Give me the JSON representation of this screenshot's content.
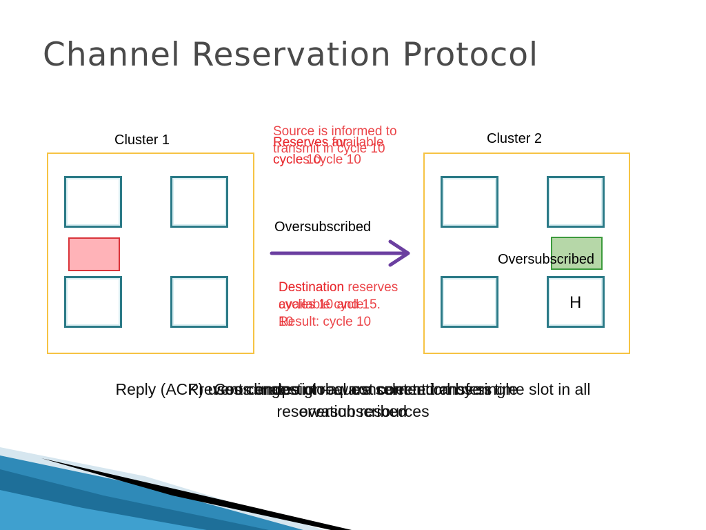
{
  "title": "Channel Reservation Protocol",
  "clusters": [
    {
      "label": "Cluster 1"
    },
    {
      "label": "Cluster 2"
    }
  ],
  "top_notes": [
    "Source is informed to transmit in cycle 10",
    "Reserves available cycles cycle 10",
    "Reserves for cycle 10"
  ],
  "arrow_label": "Oversubscribed",
  "cluster2_label": "Oversubscribed",
  "node_label_h": "H",
  "bottom_notes": [
    "Destination reserves cycles 10 and 15. Result: cycle 10",
    "Destination available cycle 10"
  ],
  "captions": [
    "Reply (ACK) uses congestion-aware selected chosen time slot in all reservation resources",
    "Prevents endpoint request contention by single oversubscribed",
    "Coordinates global concurrent transfers"
  ],
  "colors": {
    "accent_red": "#e8262b",
    "arrow": "#6b3fa0",
    "cluster_border": "#f6c343",
    "node_border": "#2b7a87"
  }
}
